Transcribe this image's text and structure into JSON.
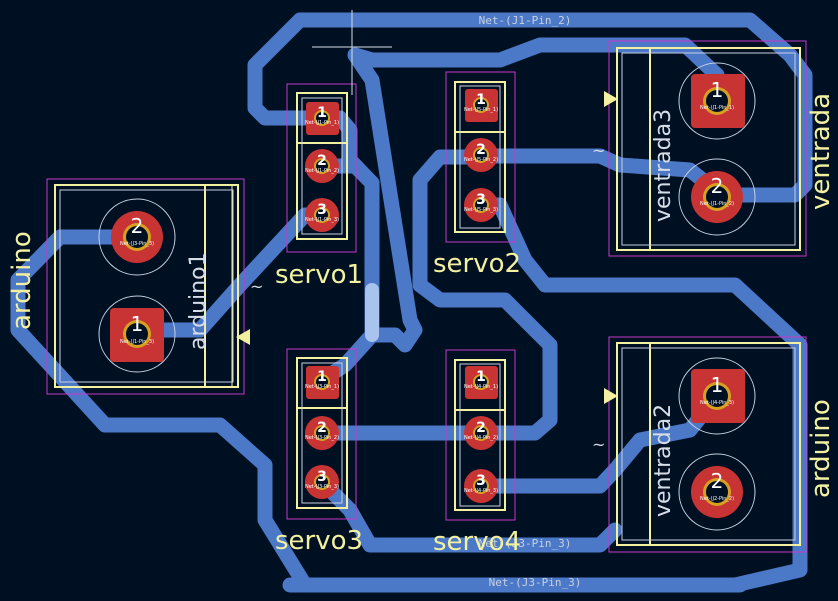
{
  "nets": {
    "top": "Net-(J1-Pin_2)",
    "bottom_mid": "Net-(J3-Pin_3)",
    "bottom": "Net-(J3-Pin_3)"
  },
  "components": {
    "arduino1": {
      "ref": "arduino",
      "value": "arduino1",
      "pin2_num": "2",
      "pin2_net": "Net-(J3-Pin_3)",
      "pin1_num": "1",
      "pin1_net": "Net-(J1-Pin_3)"
    },
    "ventrada3": {
      "ref": "ventrada",
      "value": "ventrada3",
      "pin1_num": "1",
      "pin1_net": "Net-(J1-Pin_1)",
      "pin2_num": "2",
      "pin2_net": "Net-(J1-Pin_2)"
    },
    "ventrada2": {
      "ref": "arduino",
      "value": "ventrada2",
      "pin1_num": "1",
      "pin1_net": "Net-(J4-Pin_3)",
      "pin2_num": "2",
      "pin2_net": "Net-(J2-Pin_2)"
    },
    "servo1": {
      "ref": "servo1",
      "pins": [
        "1",
        "2",
        "3"
      ],
      "pin_nets": [
        "Net-(J1-Pin_1)",
        "Net-(J1-Pin_2)",
        "Net-(J1-Pin_3)"
      ]
    },
    "servo2": {
      "ref": "servo2",
      "pins": [
        "1",
        "2",
        "3"
      ],
      "pin_nets": [
        "Net-(J5-Pin_1)",
        "Net-(J5-Pin_2)",
        "Net-(J5-Pin_3)"
      ]
    },
    "servo3": {
      "ref": "servo3",
      "pins": [
        "1",
        "2",
        "3"
      ],
      "pin_nets": [
        "Net-(J3-Pin_1)",
        "Net-(J3-Pin_2)",
        "Net-(J3-Pin_3)"
      ]
    },
    "servo4": {
      "ref": "servo4",
      "pins": [
        "1",
        "2",
        "3"
      ],
      "pin_nets": [
        "Net-(J4-Pin_1)",
        "Net-(J4-Pin_2)",
        "Net-(J4-Pin_3)"
      ]
    }
  },
  "colors": {
    "background": "#001023",
    "track": "#4b79c8",
    "pad_copper": "#c83434",
    "pad_ring": "#d8a020",
    "silkscreen": "#f3f0a0",
    "courtyard": "#c838c8",
    "fab": "#c8d0e0"
  }
}
